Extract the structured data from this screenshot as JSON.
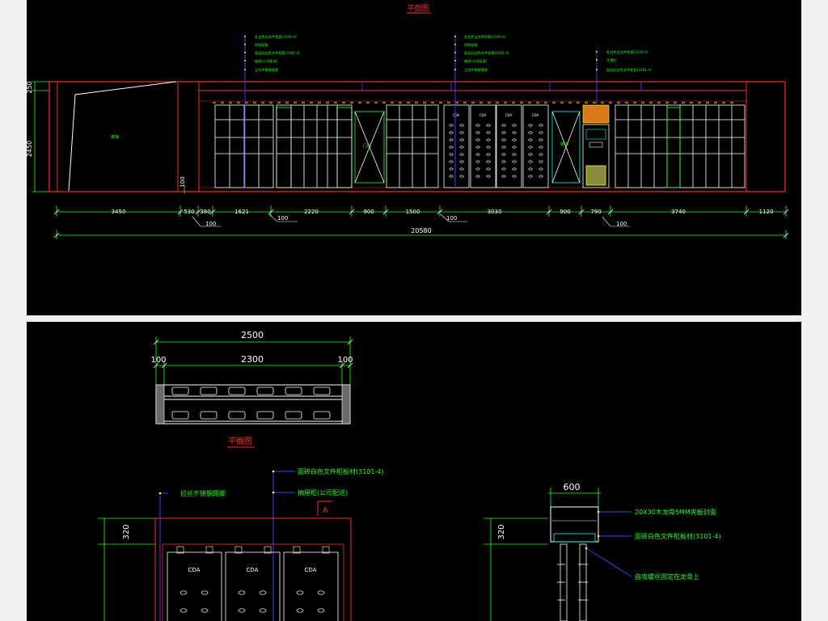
{
  "top": {
    "title": "平面图",
    "callouts_left": [
      "乳白色全文件柜套(3101-4)",
      "铝制层板",
      "面层乳白色文件柜套(3101-4)",
      "抽屉(公司配送)",
      "立柱平衡钢管框"
    ],
    "callouts_mid": [
      "乳白色全文件柜套(3101-4)",
      "铝制层板",
      "面层乳白色文件柜套(3101-4)",
      "抽屉(公司配送)",
      "立柱平衡钢管框"
    ],
    "callouts_right": [
      "乳白色全文件柜套(3101-4)",
      "大理石",
      "面层乳白色文件柜套(3101-4)"
    ],
    "glass_label": "玻璃",
    "door_label": "门口",
    "door_label2": "镜子",
    "left_vertical_dims": [
      "250",
      "2450",
      "100"
    ],
    "dims_row1": [
      "3450",
      "530",
      "380",
      "1621",
      "2220",
      "900",
      "1500",
      "3030",
      "900",
      "790",
      "3740",
      "1120"
    ],
    "dims_small": [
      "100",
      "100",
      "100",
      "100"
    ],
    "total": "20580"
  },
  "plan": {
    "width_total": "2500",
    "width_inner": "2300",
    "side_left": "100",
    "side_right": "100"
  },
  "section": {
    "title": "平面图",
    "callout_1": "面砖白色文件柜板材(3101-4)",
    "callout_2": "抽屉柜(公司配送)",
    "callout_3": "拉丝不锈钢踢脚",
    "marker": "A",
    "height": "320",
    "logo": "CDA"
  },
  "detail": {
    "width": "600",
    "height": "320",
    "callout_1": "20X30木龙骨5MM夹板封面",
    "callout_2": "面砖白色文件柜板材(3101-4)",
    "callout_3": "自攻螺丝固定在龙骨上"
  },
  "colors": {
    "red": "#ff2a2a",
    "green": "#22ff22",
    "white": "#ffffff",
    "blue": "#3b3bff",
    "cyan": "#00ffff",
    "orange": "#d87a1c",
    "yellow": "#ffff00"
  }
}
